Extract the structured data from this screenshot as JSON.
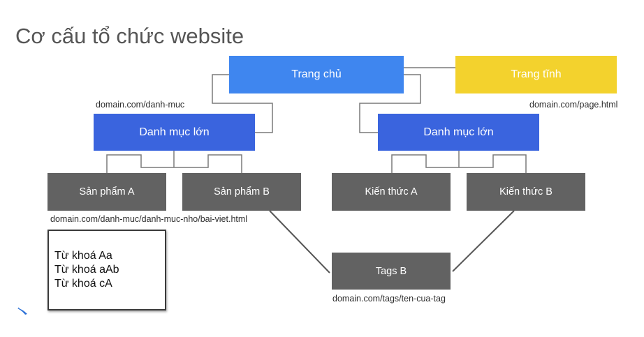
{
  "title": "Cơ cấu tổ chức website",
  "nodes": {
    "home": "Trang chủ",
    "static_page": "Trang tĩnh",
    "category_left": "Danh mục lớn",
    "category_right": "Danh mục lớn",
    "product_a": "Sản phẩm A",
    "product_b": "Sản phẩm B",
    "knowledge_a": "Kiến thức A",
    "knowledge_b": "Kiến thức B",
    "tags_b": "Tags B"
  },
  "urls": {
    "category": "domain.com/danh-muc",
    "page": "domain.com/page.html",
    "post": "domain.com/danh-muc/danh-muc-nho/bai-viet.html",
    "tags": "domain.com/tags/ten-cua-tag"
  },
  "keywords": [
    "Từ khoá Aa",
    "Từ khoá aAb",
    "Từ khoá cA"
  ],
  "colors": {
    "home": "#3f86ef",
    "category": "#3a64de",
    "static_page": "#f3d22d",
    "leaf": "#626262",
    "connector": "#777777"
  }
}
